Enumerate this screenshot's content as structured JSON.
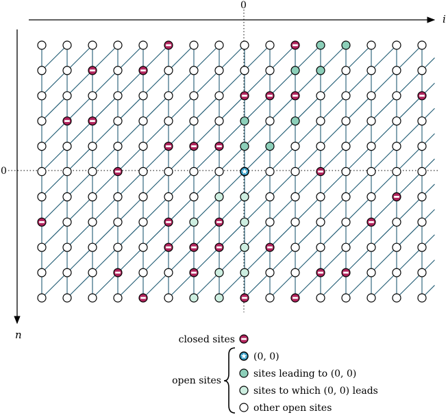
{
  "axes": {
    "i_label": "i",
    "n_label": "n",
    "i_zero_label": "0",
    "n_zero_label": "0"
  },
  "lattice": {
    "columns": 16,
    "rows": 11,
    "origin": [
      8,
      5
    ],
    "closed_sites": [
      [
        5,
        0
      ],
      [
        10,
        0
      ],
      [
        2,
        1
      ],
      [
        4,
        1
      ],
      [
        8,
        2
      ],
      [
        9,
        2
      ],
      [
        10,
        2
      ],
      [
        15,
        2
      ],
      [
        1,
        3
      ],
      [
        2,
        3
      ],
      [
        5,
        4
      ],
      [
        6,
        4
      ],
      [
        7,
        4
      ],
      [
        3,
        5
      ],
      [
        11,
        5
      ],
      [
        14,
        6
      ],
      [
        0,
        7
      ],
      [
        5,
        7
      ],
      [
        7,
        7
      ],
      [
        13,
        7
      ],
      [
        5,
        8
      ],
      [
        6,
        8
      ],
      [
        7,
        8
      ],
      [
        9,
        8
      ],
      [
        3,
        9
      ],
      [
        6,
        9
      ],
      [
        11,
        9
      ],
      [
        12,
        9
      ],
      [
        4,
        10
      ],
      [
        8,
        10
      ],
      [
        10,
        10
      ]
    ],
    "leading_sites": [
      [
        11,
        0
      ],
      [
        12,
        0
      ],
      [
        10,
        1
      ],
      [
        11,
        1
      ],
      [
        10,
        2
      ],
      [
        8,
        3
      ],
      [
        10,
        3
      ],
      [
        8,
        4
      ],
      [
        9,
        4
      ]
    ],
    "led_sites": [
      [
        7,
        6
      ],
      [
        8,
        6
      ],
      [
        6,
        7
      ],
      [
        8,
        7
      ],
      [
        6,
        8
      ],
      [
        8,
        8
      ],
      [
        6,
        9
      ],
      [
        7,
        9
      ],
      [
        8,
        9
      ],
      [
        6,
        10
      ],
      [
        7,
        10
      ]
    ]
  },
  "legend": {
    "closed_label": "closed sites",
    "open_label": "open sites",
    "origin_label": "(0, 0)",
    "leading_label": "sites leading to (0, 0)",
    "led_label": "sites to which (0, 0) leads",
    "other_label": "other open sites"
  },
  "colors": {
    "closed": "#b0245c",
    "leading": "#8ccfb9",
    "led": "#cdeee0",
    "origin": "#3aa0c8",
    "edge": "#1e5a72",
    "open": "#ffffff"
  }
}
